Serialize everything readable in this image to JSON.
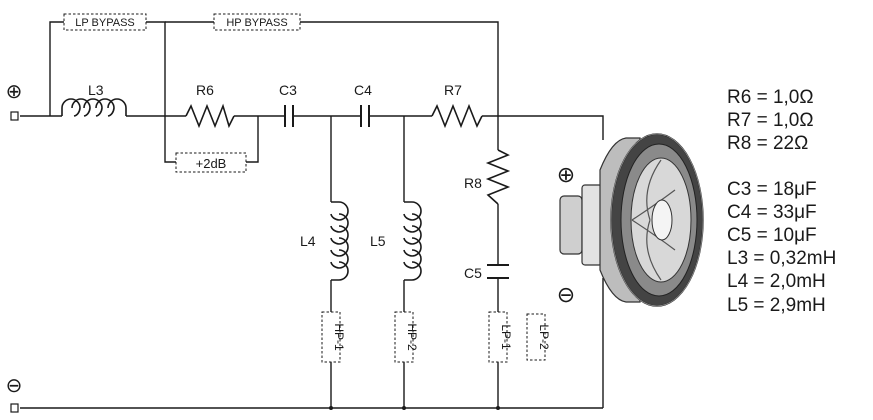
{
  "labels": {
    "L3": "L3",
    "R6": "R6",
    "C3": "C3",
    "C4": "C4",
    "R7": "R7",
    "R8": "R8",
    "C5": "C5",
    "L4": "L4",
    "L5": "L5"
  },
  "tags": {
    "lp_bypass": "LP BYPASS",
    "hp_bypass": "HP BYPASS",
    "plus2db": "+2dB",
    "hp1": "HP-1",
    "hp2": "HP-2",
    "lp1": "LP-1",
    "lp2": "LP-2"
  },
  "terminals": {
    "input_plus": "⊕",
    "input_minus": "⊖",
    "speaker_plus": "⊕",
    "speaker_minus": "⊖"
  },
  "component_values": [
    "R6 = 1,0Ω",
    "R7 = 1,0Ω",
    "R8 = 22Ω",
    "C3 = 18μF",
    "C4 = 33μF",
    "C5 = 10μF",
    "L3 = 0,32mH",
    "L4 = 2,0mH",
    "L5 = 2,9mH"
  ],
  "icons": {
    "speaker": "woofer-speaker-icon"
  }
}
